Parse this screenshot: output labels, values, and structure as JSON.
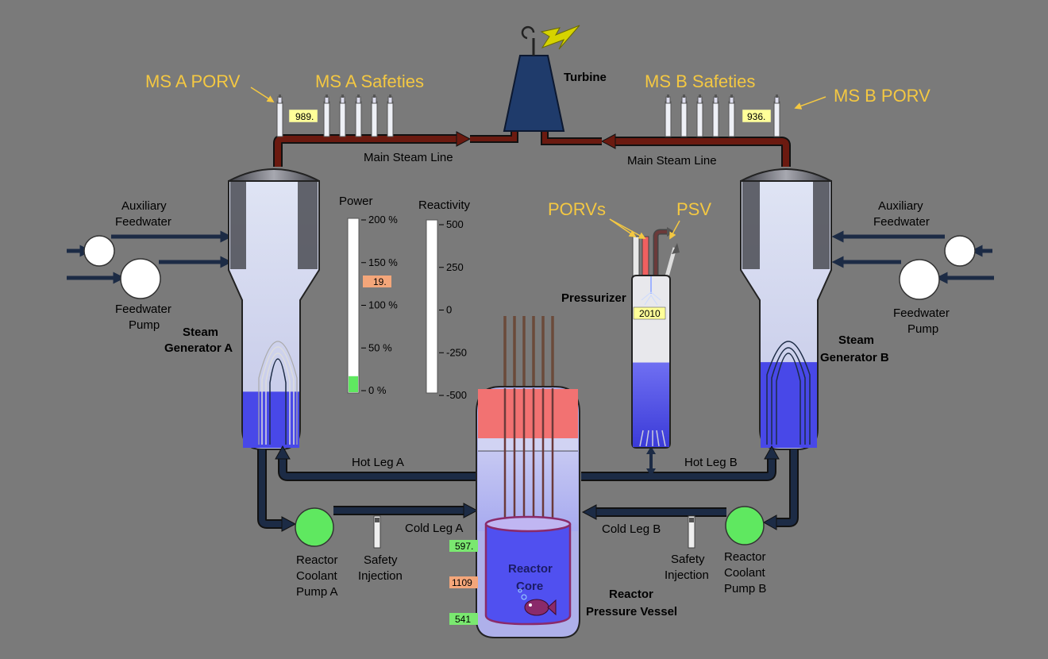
{
  "labels": {
    "ms_a_porv": "MS A PORV",
    "ms_a_safeties": "MS A Safeties",
    "ms_b_safeties": "MS B Safeties",
    "ms_b_porv": "MS B PORV",
    "turbine": "Turbine",
    "main_steam_line_a": "Main Steam Line",
    "main_steam_line_b": "Main Steam Line",
    "aux_fw_a_1": "Auxiliary",
    "aux_fw_a_2": "Feedwater",
    "fw_pump_a_1": "Feedwater",
    "fw_pump_a_2": "Pump",
    "aux_fw_b_1": "Auxiliary",
    "aux_fw_b_2": "Feedwater",
    "fw_pump_b_1": "Feedwater",
    "fw_pump_b_2": "Pump",
    "sg_a_1": "Steam",
    "sg_a_2": "Generator A",
    "sg_b_1": "Steam",
    "sg_b_2": "Generator B",
    "power": "Power",
    "reactivity": "Reactivity",
    "porvs": "PORVs",
    "psv": "PSV",
    "pressurizer": "Pressurizer",
    "hot_leg_a": "Hot Leg A",
    "hot_leg_b": "Hot Leg B",
    "cold_leg_a": "Cold Leg A",
    "cold_leg_b": "Cold Leg B",
    "rcp_a_1": "Reactor",
    "rcp_a_2": "Coolant",
    "rcp_a_3": "Pump A",
    "rcp_b_1": "Reactor",
    "rcp_b_2": "Coolant",
    "rcp_b_3": "Pump B",
    "si_a_1": "Safety",
    "si_a_2": "Injection",
    "si_b_1": "Safety",
    "si_b_2": "Injection",
    "core_1": "Reactor",
    "core_2": "Core",
    "rpv_1": "Reactor",
    "rpv_2": "Pressure Vessel"
  },
  "readouts": {
    "ms_a_pressure": "989.",
    "ms_b_pressure": "936.",
    "power_value": "19.",
    "pressurizer_pressure": "2010",
    "cold_leg_temp": "597.",
    "rcs_pressure": "1109",
    "core_temp": "541"
  },
  "power_scale": {
    "ticks": [
      "200 %",
      "150 %",
      "100 %",
      "50 %",
      "0 %"
    ],
    "level_percent": 19
  },
  "reactivity_scale": {
    "ticks": [
      "500",
      "250",
      "0",
      "-250",
      "-500"
    ]
  },
  "levels": {
    "sg_a_fraction": 0.38,
    "sg_b_fraction": 0.58,
    "pressurizer_fraction": 0.55
  },
  "colors": {
    "background": "#7a7a7a",
    "pipe_dark": "#1c2b45",
    "steam_pipe": "#6b1a10",
    "water_blue": "#4848e8",
    "hot_red": "#f06060",
    "pump_green": "#5fe860",
    "label_yellow": "#f4c842",
    "readout_yellow": "#ffff99",
    "readout_orange": "#f4a67a",
    "readout_green": "#7ae870",
    "turbine_blue": "#1f3b6b"
  },
  "icons": {
    "lightning": "lightning-icon",
    "fish": "fish-icon"
  }
}
